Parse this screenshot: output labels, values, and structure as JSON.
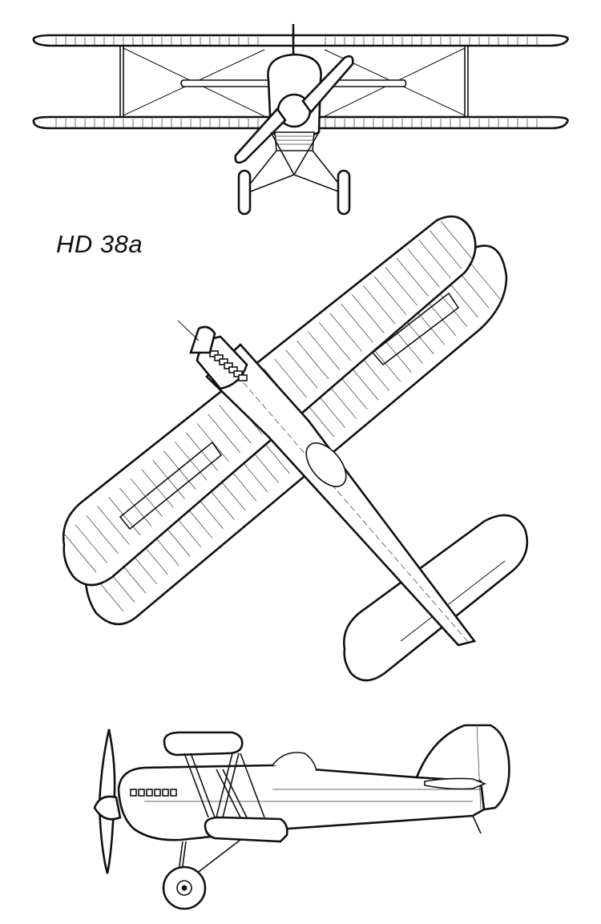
{
  "drawing": {
    "model_label": "HD 38a",
    "views": [
      {
        "name": "front-view"
      },
      {
        "name": "top-view"
      },
      {
        "name": "side-view"
      }
    ],
    "ink_color": "#111111",
    "paper_color": "#ffffff"
  }
}
